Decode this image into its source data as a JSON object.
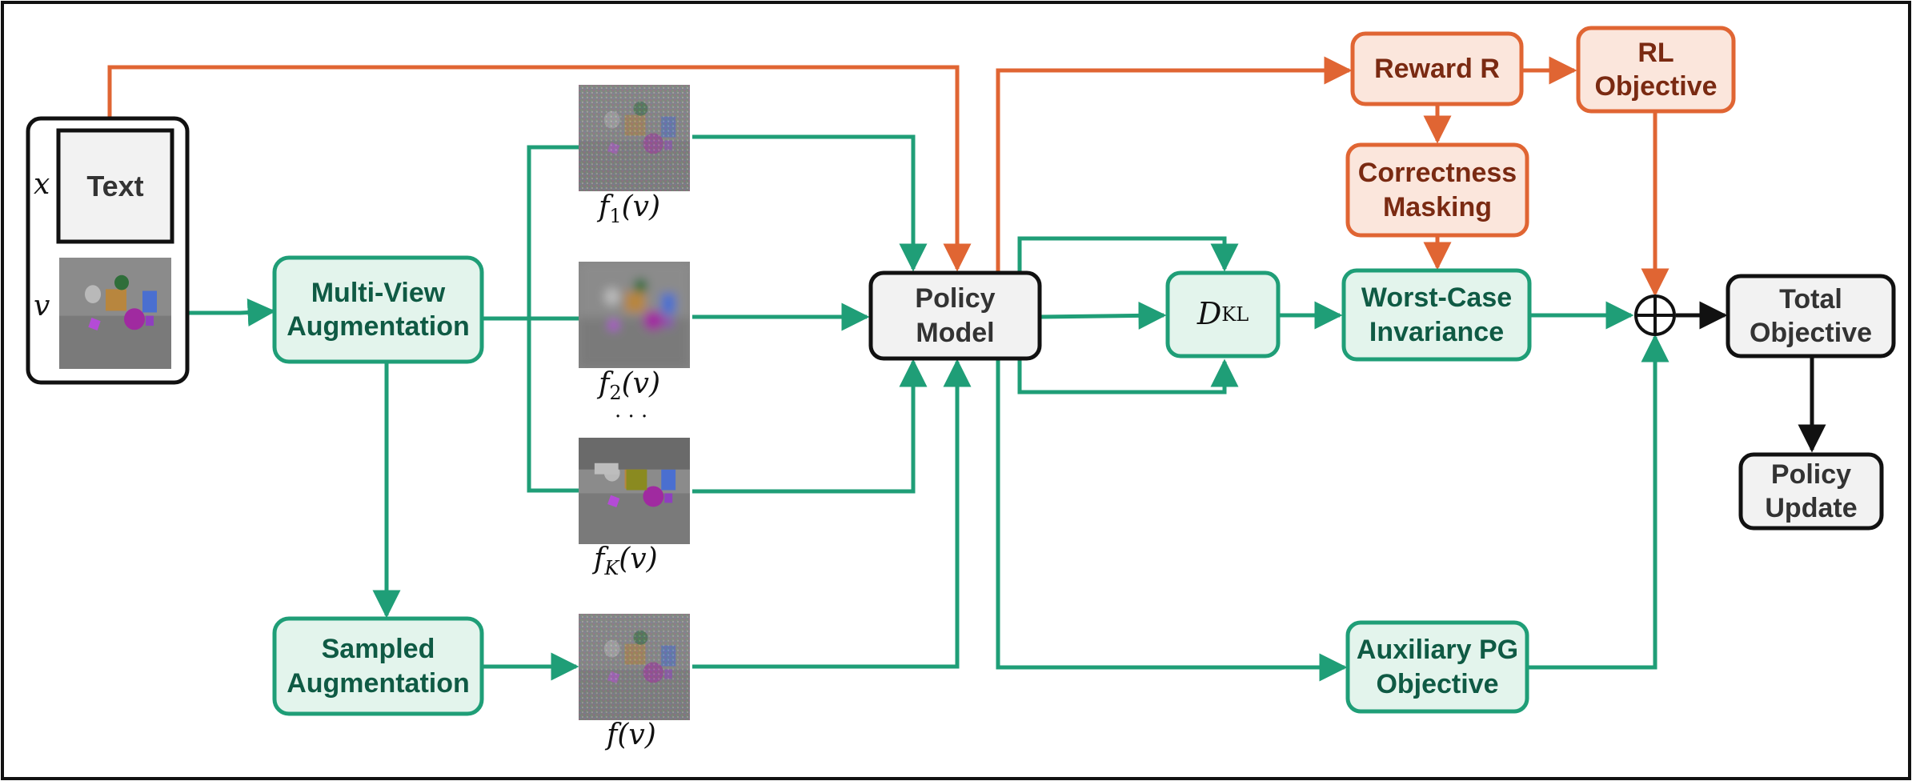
{
  "colors": {
    "green_stroke": "#1f9e77",
    "green_fill": "#e3f4ec",
    "green_text": "#0f5a44",
    "orange_stroke": "#e06533",
    "orange_fill": "#fbe6dc",
    "orange_text": "#7a2a12",
    "gray_fill": "#f2f2f2",
    "black": "#111111"
  },
  "input": {
    "text_label": "Text",
    "x_symbol": "x",
    "v_symbol": "v"
  },
  "nodes": {
    "multi_view": "Multi-View\nAugmentation",
    "sampled": "Sampled\nAugmentation",
    "policy_model": "Policy\nModel",
    "dkl_main": "D",
    "dkl_sub": "KL",
    "worst_case": "Worst-Case\nInvariance",
    "reward": "Reward R",
    "rl_objective": "RL\nObjective",
    "correctness": "Correctness\nMasking",
    "aux_pg": "Auxiliary PG\nObjective",
    "total": "Total\nObjective",
    "policy_update": "Policy\nUpdate",
    "sum_symbol": "⊕"
  },
  "views": {
    "f1": {
      "f": "f",
      "sub": "1",
      "arg": "(v)"
    },
    "f2": {
      "f": "f",
      "sub": "2",
      "arg": "(v)"
    },
    "dots": "· · ·",
    "fK": {
      "f": "f",
      "sub": "K",
      "arg": "(v)"
    },
    "f": {
      "f": "f",
      "sub": "",
      "arg": "(v)"
    }
  },
  "thumbnail_kinds": {
    "original": "clean-scene",
    "f1": "noisy-scene",
    "f2": "blurred-scene",
    "fK": "cutout-scene",
    "f": "noisy-scene"
  }
}
